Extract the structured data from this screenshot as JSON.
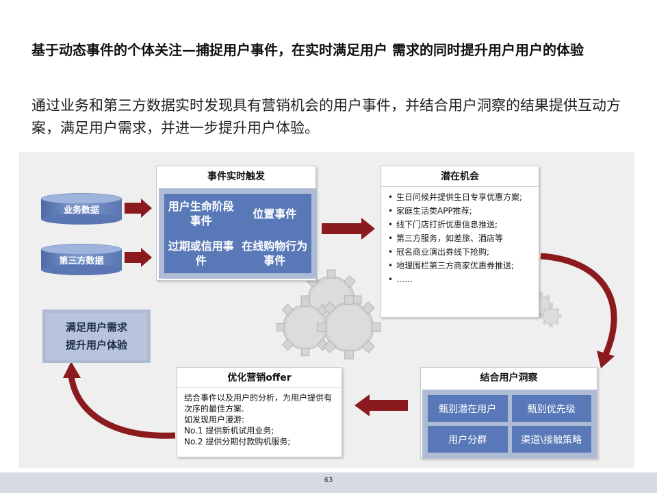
{
  "title": "基于动态事件的个体关注—捕捉用户事件，在实时满足用户 需求的同时提升用户用户的体验",
  "subtitle": "通过业务和第三方数据实时发现具有营销机会的用户事件，并结合用户洞察的结果提供互动方案，满足用户需求，并进一步提升用户体验。",
  "sources": {
    "business": "业务数据",
    "third_party": "第三方数据"
  },
  "trigger": {
    "header": "事件实时触发",
    "cells": [
      "用户生命阶段事件",
      "位置事件",
      "过期或信用事件",
      "在线购物行为事件"
    ]
  },
  "opportunity": {
    "header": "潜在机会",
    "items": [
      "生日问候并提供生日专享优惠方案;",
      "家庭生活类APP推荐;",
      "线下门店打折优惠信息推送;",
      "第三方服务，如差旅、酒店等",
      "冠名商业演出券线下抢购;",
      "地理围栏第三方商家优惠券推送;",
      "……"
    ]
  },
  "insight": {
    "header": "结合用户洞察",
    "cells": [
      "甄别潜在用户",
      "甄别优先级",
      "用户分群",
      "渠道\\接触策略"
    ]
  },
  "offer": {
    "header": "优化营销offer",
    "lines": [
      "结合事件以及用户的分析，为用户提供有次序的最佳方案.",
      "如发现用户漫游:",
      "No.1 提供新机试用业务;",
      "No.2 提供分期付款购机服务;"
    ]
  },
  "satisfy": {
    "line1": "满足用户需求",
    "line2": "提升用户体验"
  },
  "page_number": "63",
  "colors": {
    "accent_blue": "#5878b8",
    "light_blue": "#aebbd5",
    "arrow_red": "#8b1a1f",
    "gear_gray": "#d0d0d0",
    "panel_bg": "#efefef"
  }
}
